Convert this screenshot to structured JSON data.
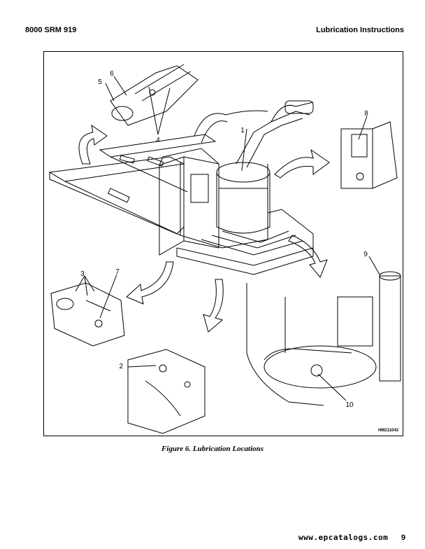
{
  "header": {
    "left": "8000 SRM 919",
    "right": "Lubrication Instructions"
  },
  "figure": {
    "callouts": {
      "c1": "1",
      "c2": "2",
      "c3": "3",
      "c4": "4",
      "c5": "5",
      "c6": "6",
      "c7": "7",
      "c8": "8",
      "c9": "9",
      "c10": "10"
    },
    "figure_id": "HM211043",
    "caption": "Figure 6. Lubrication Locations"
  },
  "footer": {
    "url": "www.epcatalogs.com",
    "page_number": "9"
  }
}
